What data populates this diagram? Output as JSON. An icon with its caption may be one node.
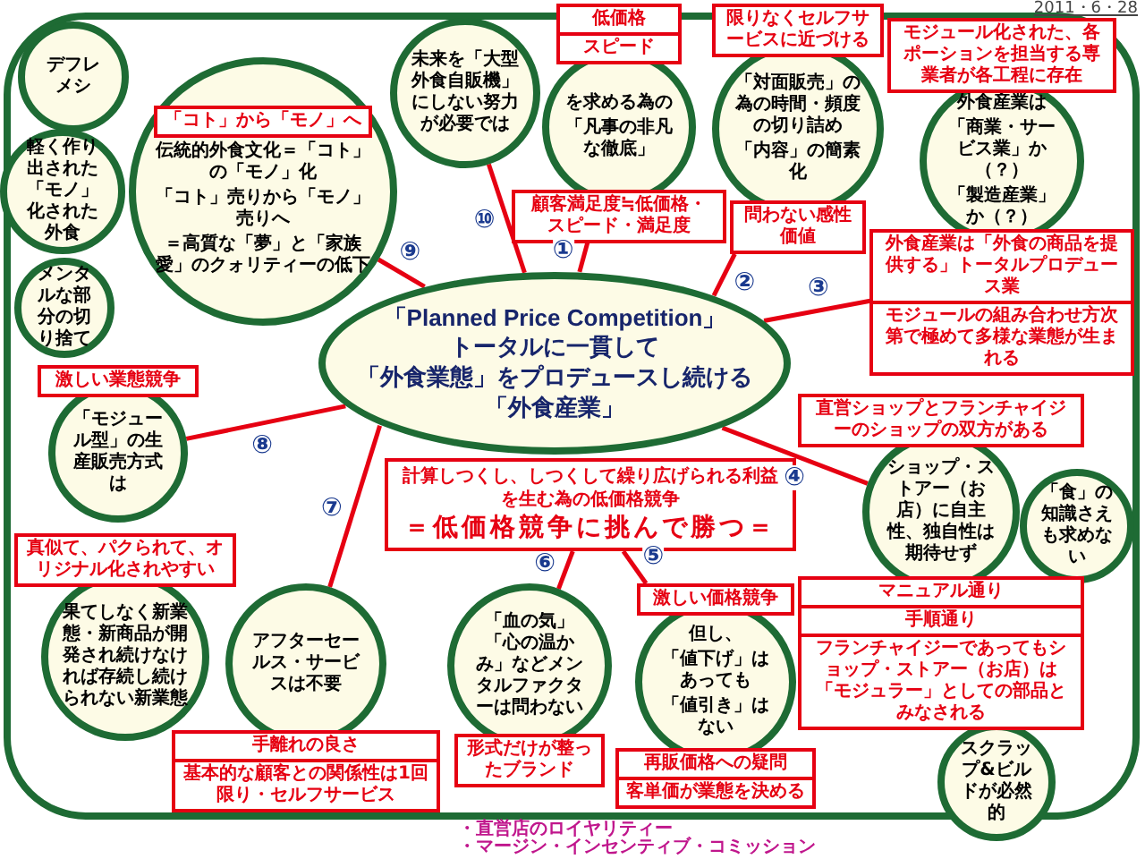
{
  "diagram": {
    "nodes": [
      {
        "text": [
          "デフレメシ"
        ]
      },
      {
        "text": [
          "軽く作り出された「モノ」化された外食"
        ]
      },
      {
        "text": [
          "メンタルな部分の切り捨て"
        ]
      },
      {
        "text": [
          "「コト」から「モノ」へ",
          "伝統的外食文化＝「コト」の「モノ」化",
          "「コト」売りから「モノ」売りへ",
          "＝高質な「夢」と「家族愛」のクォリティーの低下"
        ]
      },
      {
        "text": [
          "未来を「大型外食自販機」にしない努力が必要では"
        ]
      },
      {
        "text": [
          "低価格",
          "スピード",
          "を求める為の",
          "「凡事の非凡な徹底」",
          "顧客満足度≒低価格・スピード・満足度"
        ]
      },
      {
        "text": [
          "限りなくセルフサービスに近づける",
          "「対面販売」の為の時間・頻度の切り詰め",
          "「内容」の簡素化",
          "問わない感性価値"
        ]
      },
      {
        "text": [
          "モジュール化された、各ポーションを担当する専業者が各工程に存在",
          "外食産業は",
          "「商業・サービス業」か（？）",
          "「製造産業」か（？）",
          "外食産業は「外食の商品を提供する」トータルプロデュース業",
          "モジュールの組み合わせ方次第で極めて多様な業態が生まれる"
        ]
      },
      {
        "text": [
          "「Planned Price Competition」",
          "トータルに一貫して",
          "「外食業態」をプロデュースし続ける",
          "「外食産業」"
        ]
      },
      {
        "text": [
          "計算しつくし、しつくして繰り広げられる利益を生む為の低価格競争",
          "＝低価格競争に挑んで勝つ＝"
        ]
      },
      {
        "text": [
          "激しい業態競争",
          "「モジュール型」の生産販売方式は"
        ]
      },
      {
        "text": [
          "真似て、パクられて、オリジナル化されやすい",
          "果てしなく新業態・新商品が開発され続けなければ存続し続けられない新業態"
        ]
      },
      {
        "text": [
          "直営ショップとフランチャイジーのショップの双方がある",
          "ショップ・ストアー（お店）に自主性、独自性は期待せず",
          "マニュアル通り",
          "手順通り",
          "フランチャイジーであってもショップ・ストアー（お店）は「モジュラー」としての部品とみなされる"
        ]
      },
      {
        "text": [
          "「食」の知識さえも求めない"
        ]
      },
      {
        "text": [
          "アフターセールス・サービスは不要",
          "手離れの良さ",
          "基本的な顧客との関係性は1回限り・セルフサービス"
        ]
      },
      {
        "text": [
          "「血の気」「心の温かみ」などメンタルファクターは問わない",
          "形式だけが整ったブランド"
        ]
      },
      {
        "text": [
          "激しい価格競争",
          "但し、",
          "「値下げ」はあっても",
          "「値引き」はない",
          "再販価格への疑問",
          "客単価が業態を決める"
        ]
      },
      {
        "text": [
          "スクラップ&ビルドが必然的"
        ]
      }
    ],
    "edges": [
      {
        "from": 8,
        "to": 5,
        "arrow": "none",
        "label": "①"
      },
      {
        "from": 8,
        "to": 6,
        "arrow": "none",
        "label": "②"
      },
      {
        "from": 8,
        "to": 7,
        "arrow": "none",
        "label": "③"
      },
      {
        "from": 8,
        "to": 12,
        "arrow": "none",
        "label": "④"
      },
      {
        "from": 9,
        "to": 16,
        "arrow": "none",
        "label": "⑤"
      },
      {
        "from": 9,
        "to": 15,
        "arrow": "none",
        "label": "⑥"
      },
      {
        "from": 8,
        "to": 14,
        "arrow": "none",
        "label": "⑦"
      },
      {
        "from": 8,
        "to": 10,
        "arrow": "none",
        "label": "⑧"
      },
      {
        "from": 8,
        "to": 3,
        "arrow": "none",
        "label": "⑨"
      },
      {
        "from": 8,
        "to": 4,
        "arrow": "none",
        "label": "⑩"
      }
    ],
    "labels": [
      "2011・6・28",
      "・直営店のロイヤリティー",
      "・マージン・インセンティブ・コミッション"
    ]
  }
}
